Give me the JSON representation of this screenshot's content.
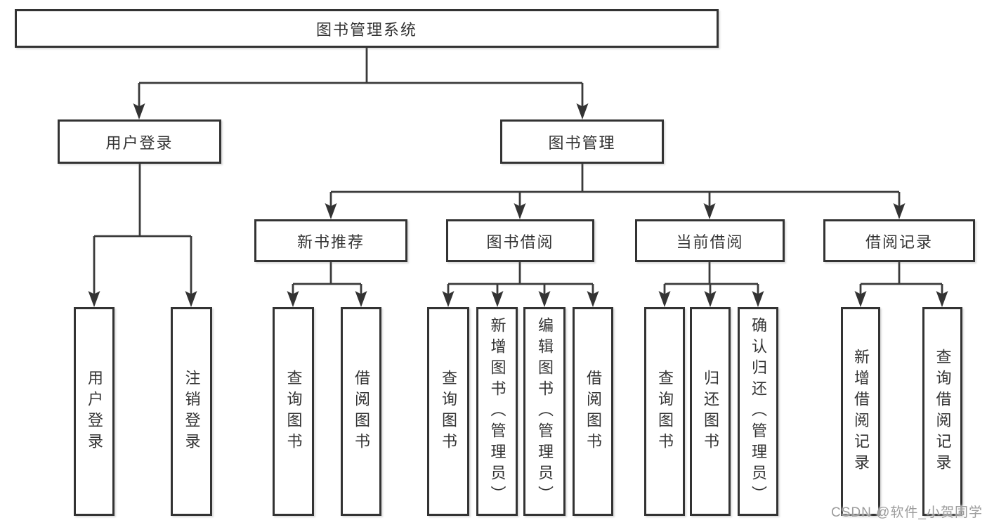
{
  "tree": {
    "label": "图书管理系统",
    "children": [
      {
        "label": "用户登录",
        "children": [
          {
            "label": "用户登录"
          },
          {
            "label": "注销登录"
          }
        ]
      },
      {
        "label": "图书管理",
        "children": [
          {
            "label": "新书推荐",
            "children": [
              {
                "label": "查询图书"
              },
              {
                "label": "借阅图书"
              }
            ]
          },
          {
            "label": "图书借阅",
            "children": [
              {
                "label": "查询图书"
              },
              {
                "label": "新增图书（管理员）"
              },
              {
                "label": "编辑图书（管理员）"
              },
              {
                "label": "借阅图书"
              }
            ]
          },
          {
            "label": "当前借阅",
            "children": [
              {
                "label": "查询图书"
              },
              {
                "label": "归还图书"
              },
              {
                "label": "确认归还（管理员）"
              }
            ]
          },
          {
            "label": "借阅记录",
            "children": [
              {
                "label": "新增借阅记录"
              },
              {
                "label": "查询借阅记录"
              }
            ]
          }
        ]
      }
    ]
  },
  "watermark": "CSDN @软件_小贺同学",
  "colors": {
    "line": "#3a3a3a",
    "box_border": "#333333",
    "text": "#333333",
    "background": "#ffffff",
    "watermark": "#9c9c9c"
  }
}
